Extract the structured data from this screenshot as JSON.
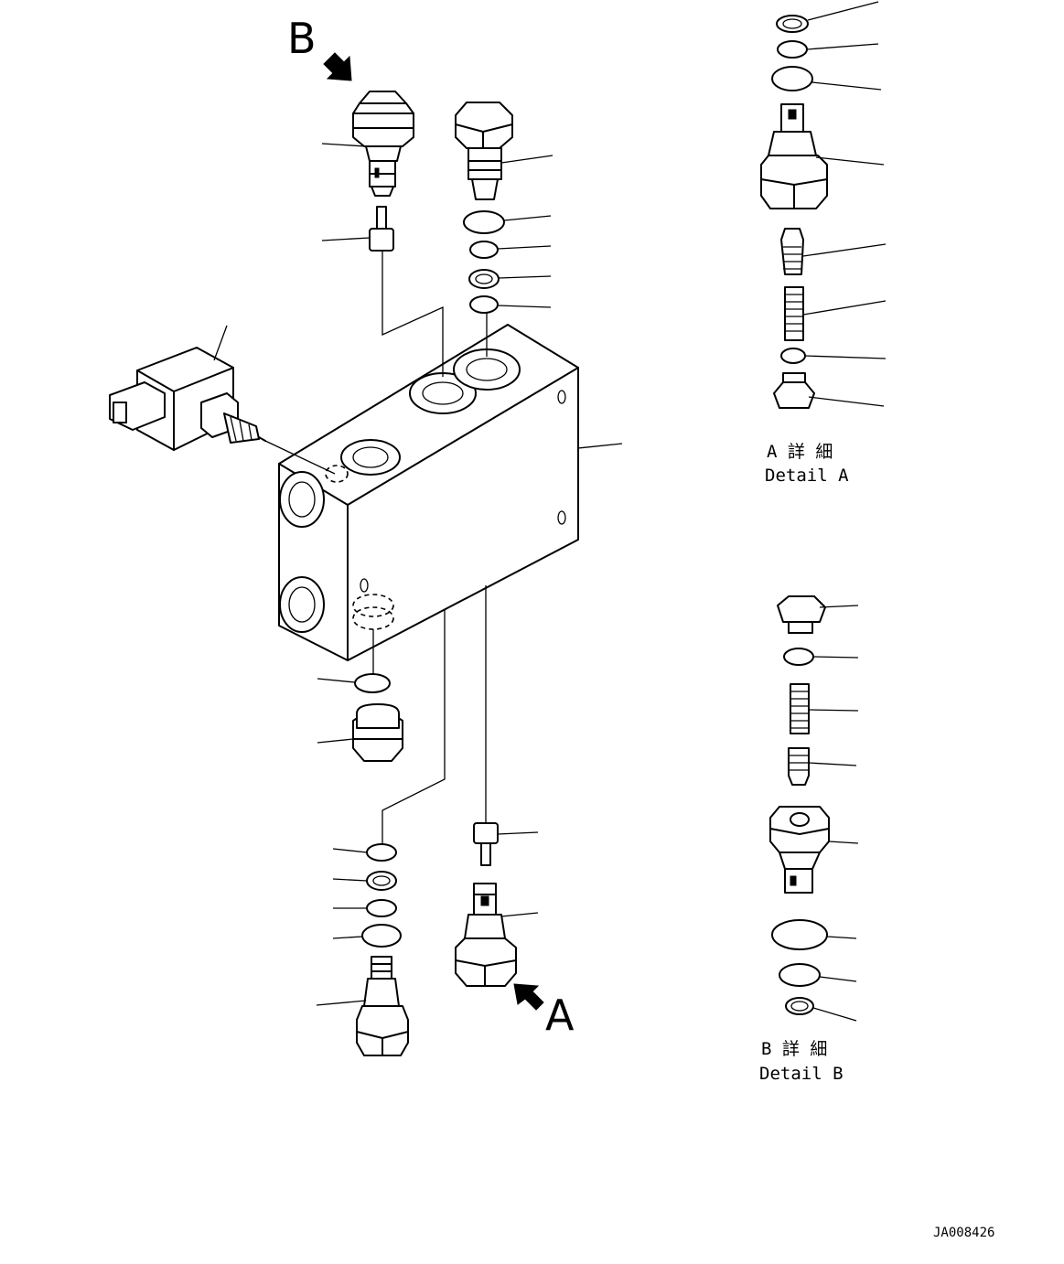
{
  "view_labels": {
    "arrow_a": "A",
    "arrow_b": "B"
  },
  "detail_a": {
    "jp": "A 詳 細",
    "en": "Detail A"
  },
  "detail_b": {
    "jp": "B 詳 細",
    "en": "Detail B"
  },
  "drawing_number": "JA008426"
}
